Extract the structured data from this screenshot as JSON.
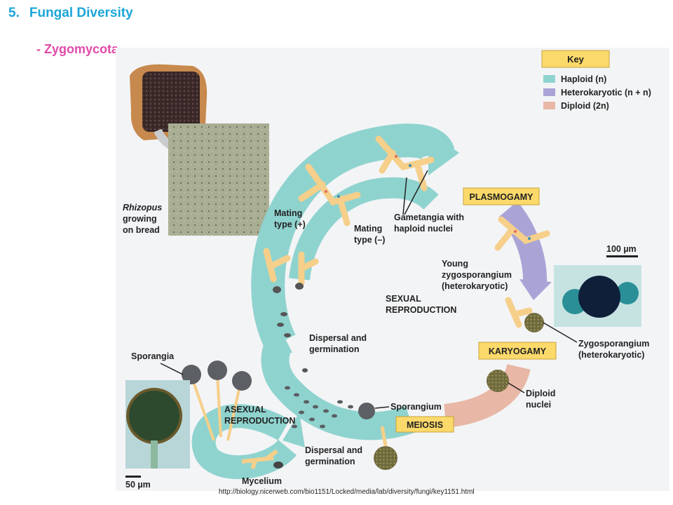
{
  "slide": {
    "number": "5.",
    "title": "Fungal Diversity",
    "subtitle": "- Zygomycota"
  },
  "key": {
    "title": "Key",
    "items": [
      {
        "label": "Haploid (n)",
        "color": "#8fd3cf"
      },
      {
        "label": "Heterokaryotic (n + n)",
        "color": "#aaa4d6"
      },
      {
        "label": "Diploid (2n)",
        "color": "#e8b7a6"
      }
    ]
  },
  "photo_labels": {
    "rhizopus_line1": "Rhizopus",
    "rhizopus_line2": "growing",
    "rhizopus_line3": "on bread",
    "scale_100": "100 µm",
    "scale_50": "50 µm"
  },
  "stages": {
    "plasmogamy": "PLASMOGAMY",
    "karyogamy": "KARYOGAMY",
    "meiosis": "MEIOSIS"
  },
  "labels": {
    "mating_plus_1": "Mating",
    "mating_plus_2": "type (+)",
    "mating_minus_1": "Mating",
    "mating_minus_2": "type (–)",
    "gametangia_1": "Gametangia with",
    "gametangia_2": "haploid nuclei",
    "young_zygo_1": "Young",
    "young_zygo_2": "zygosporangium",
    "young_zygo_3": "(heterokaryotic)",
    "sexual_1": "SEXUAL",
    "sexual_2": "REPRODUCTION",
    "dispersal_1": "Dispersal and",
    "dispersal_2": "germination",
    "zygo_1": "Zygosporangium",
    "zygo_2": "(heterokaryotic)",
    "diploid_1": "Diploid",
    "diploid_2": "nuclei",
    "sporangia": "Sporangia",
    "asexual_1": "ASEXUAL",
    "asexual_2": "REPRODUCTION",
    "sporangium": "Sporangium",
    "dispersal2_1": "Dispersal and",
    "dispersal2_2": "germination",
    "mycelium": "Mycelium"
  },
  "credit": "http://biology.nicerweb.com/bio1151/Locked/media/lab/diversity/fungi/key1151.html"
}
